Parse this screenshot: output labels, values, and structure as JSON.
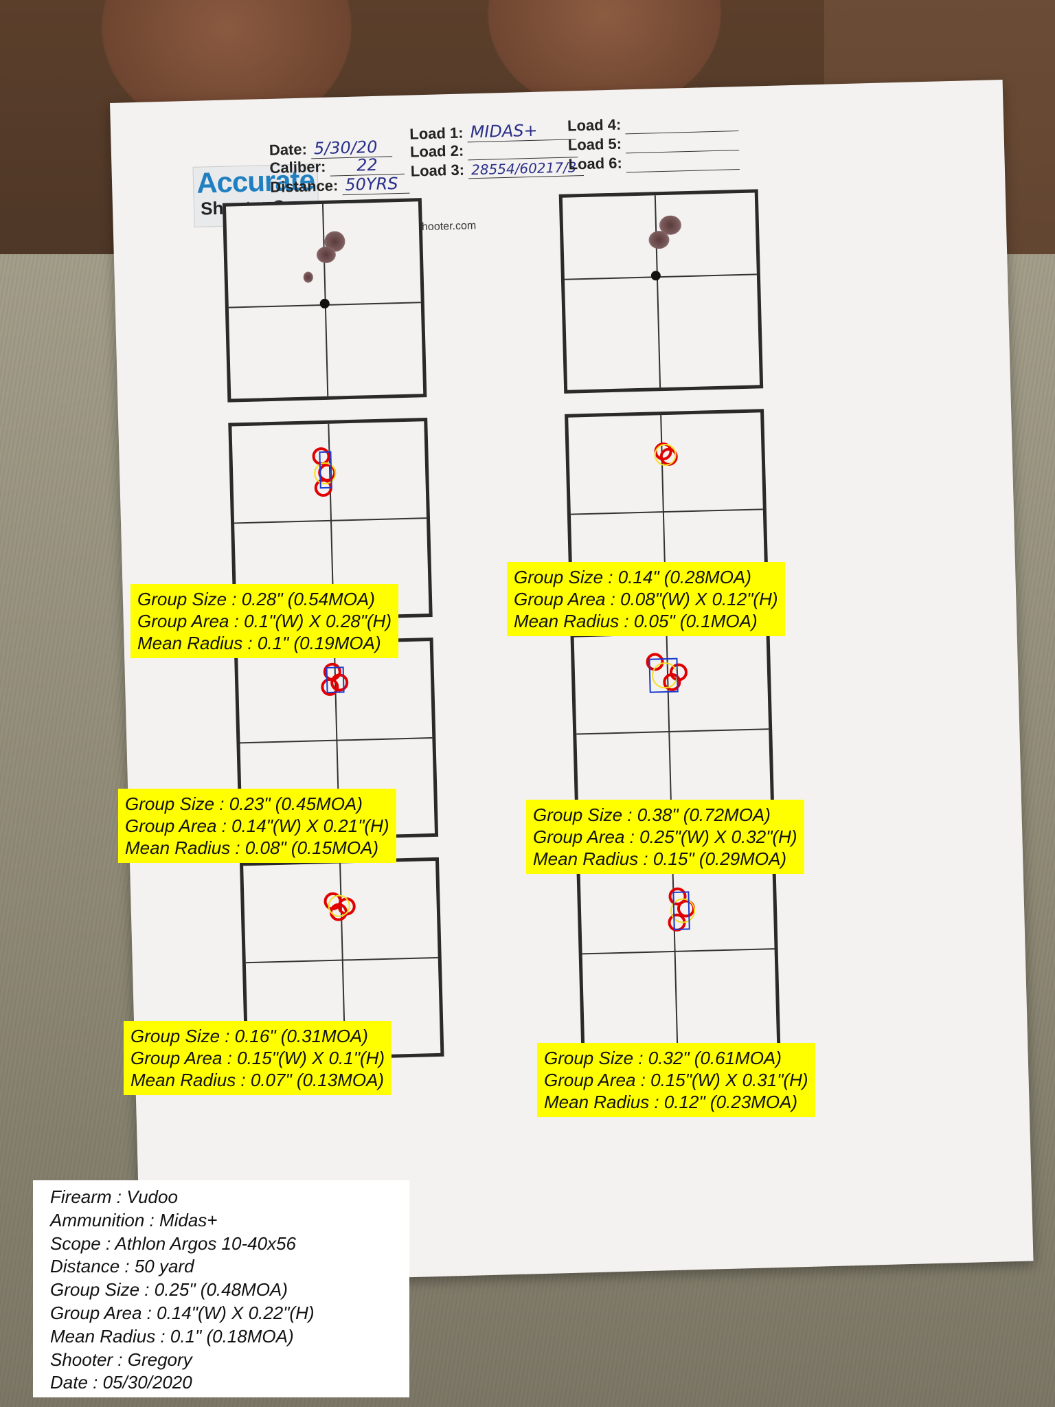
{
  "sheet": {
    "logo_line1": "Accurate",
    "logo_line2": "Shooter.Com",
    "date_label": "Date:",
    "date_value": "5/30/20",
    "caliber_label": "Caliber:",
    "caliber_value": "22",
    "distance_label": "Distance:",
    "distance_value": "50YRS",
    "copyright": "© AccurateShooter.com",
    "load1_label": "Load 1:",
    "load1_value": "MIDAS+",
    "load2_label": "Load 2:",
    "load3_label": "Load 3:",
    "load3_value": "28554/60217/3",
    "load4_label": "Load 4:",
    "load5_label": "Load 5:",
    "load6_label": "Load 6:"
  },
  "groups": [
    {
      "size": "Group Size : 0.28\" (0.54MOA)",
      "area": "Group Area : 0.1\"(W) X 0.28\"(H)",
      "radius": "Mean Radius : 0.1\" (0.19MOA)"
    },
    {
      "size": "Group Size : 0.14\" (0.28MOA)",
      "area": "Group Area : 0.08\"(W) X 0.12\"(H)",
      "radius": "Mean Radius : 0.05\" (0.1MOA)"
    },
    {
      "size": "Group Size : 0.23\" (0.45MOA)",
      "area": "Group Area : 0.14\"(W) X 0.21\"(H)",
      "radius": "Mean Radius : 0.08\" (0.15MOA)"
    },
    {
      "size": "Group Size : 0.38\" (0.72MOA)",
      "area": "Group Area : 0.25\"(W) X 0.32\"(H)",
      "radius": "Mean Radius : 0.15\" (0.29MOA)"
    },
    {
      "size": "Group Size : 0.16\" (0.31MOA)",
      "area": "Group Area : 0.15\"(W) X 0.1\"(H)",
      "radius": "Mean Radius : 0.07\" (0.13MOA)"
    },
    {
      "size": "Group Size : 0.32\" (0.61MOA)",
      "area": "Group Area : 0.15\"(W) X 0.31\"(H)",
      "radius": "Mean Radius : 0.12\" (0.23MOA)"
    }
  ],
  "summary": {
    "firearm": "Firearm : Vudoo",
    "ammunition": "Ammunition : Midas+",
    "scope": "Scope : Athlon Argos 10-40x56",
    "distance": "Distance : 50 yard",
    "group_size": "Group Size : 0.25\" (0.48MOA)",
    "group_area": "Group Area : 0.14\"(W) X 0.22\"(H)",
    "mean_radius": "Mean Radius : 0.1\" (0.18MOA)",
    "shooter": "Shooter : Gregory",
    "date": "Date : 05/30/2020"
  }
}
